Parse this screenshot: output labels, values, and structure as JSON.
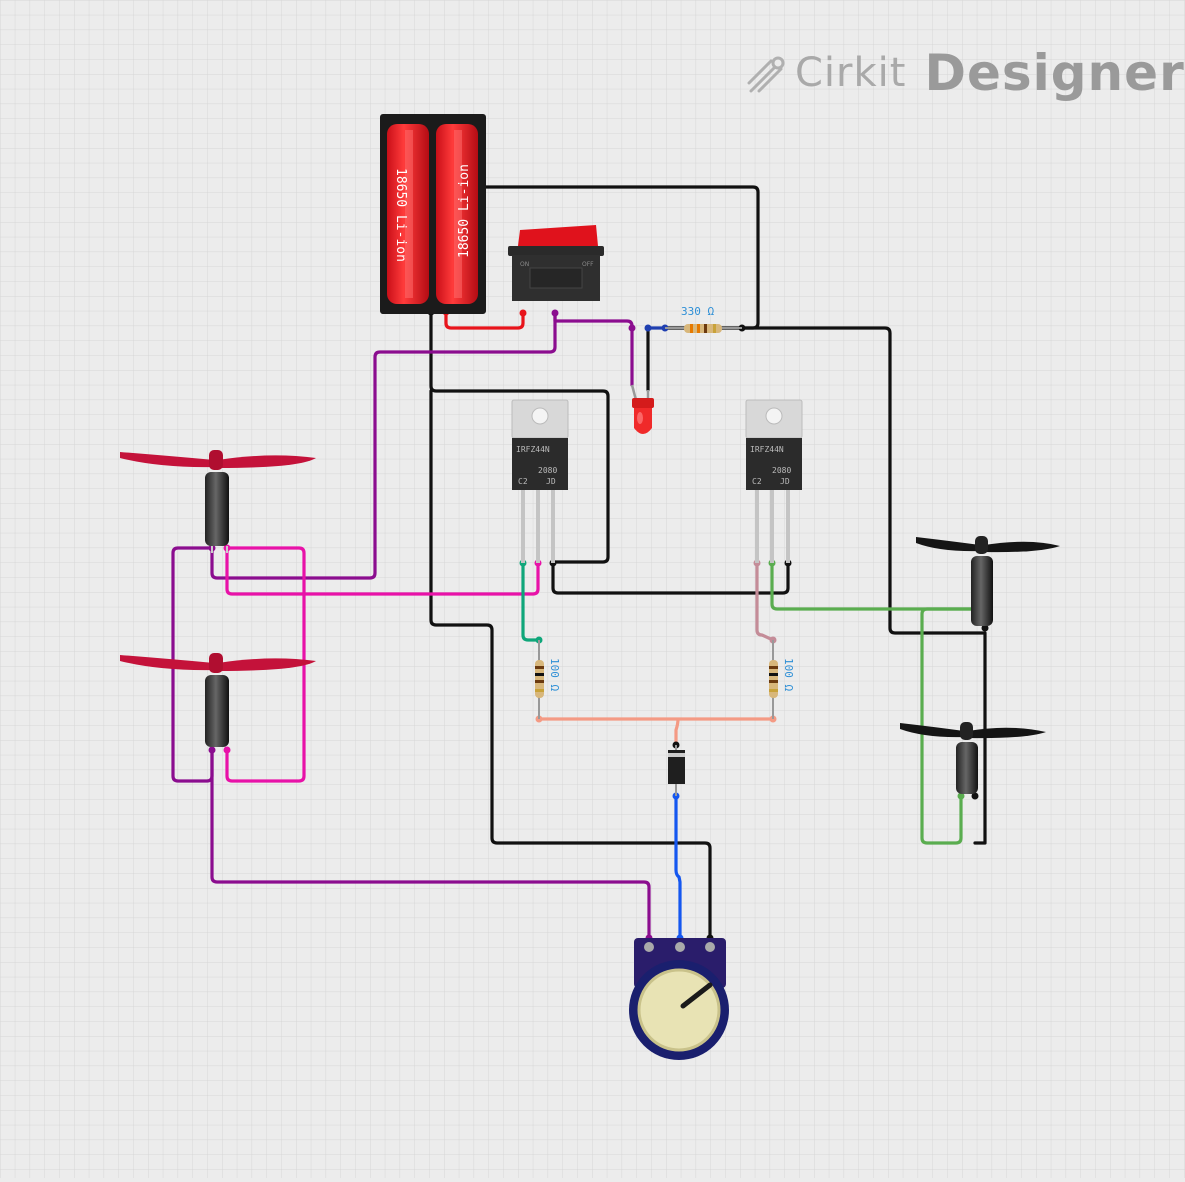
{
  "brand": {
    "name_part1": "Cirkit",
    "name_part2": "Designer",
    "icon": "cirkit-pen-icon"
  },
  "components": {
    "battery": {
      "cell1_label": "18650 Li-ion",
      "cell2_label": "18650 Li-ion",
      "switch_on_label": "ON",
      "switch_off_label": "OFF"
    },
    "resistor_led": {
      "value_label": "330 Ω"
    },
    "resistor_left": {
      "value_label": "100 Ω"
    },
    "resistor_right": {
      "value_label": "100 Ω"
    },
    "mosfet_left": {
      "part_label": "IRFZ44N",
      "code1": "2080",
      "code2": "C2",
      "code3": "JD"
    },
    "mosfet_right": {
      "part_label": "IRFZ44N",
      "code1": "2080",
      "code2": "C2",
      "code3": "JD"
    }
  },
  "colors": {
    "background": "#ececec",
    "grid": "#dcdcdc",
    "wire_black": "#111111",
    "wire_red": "#e8141b",
    "wire_purple": "#8b0d8f",
    "wire_magenta": "#e812a8",
    "wire_green_dark": "#0fa67a",
    "wire_green_light": "#5aad4f",
    "wire_pink": "#c48c98",
    "wire_salmon": "#f49a84",
    "wire_blue": "#1557f0",
    "wire_navy": "#1f3fb0",
    "propeller_red": "#c4123a",
    "propeller_black": "#151515"
  }
}
